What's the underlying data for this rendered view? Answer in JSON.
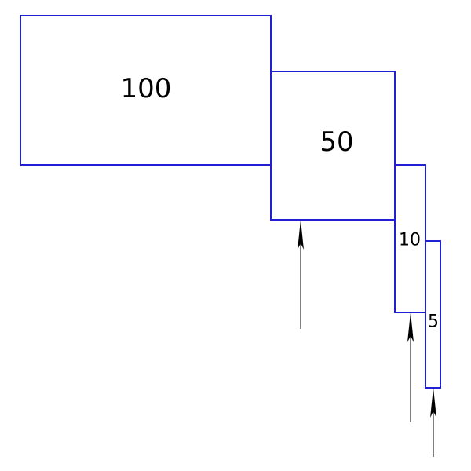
{
  "diagram": {
    "colors": {
      "box_stroke": "#1f1fd6",
      "arrow": "#000000",
      "background": "#ffffff"
    },
    "boxes": [
      {
        "label": "100"
      },
      {
        "label": "50"
      },
      {
        "label": "10"
      },
      {
        "label": "5"
      }
    ]
  }
}
